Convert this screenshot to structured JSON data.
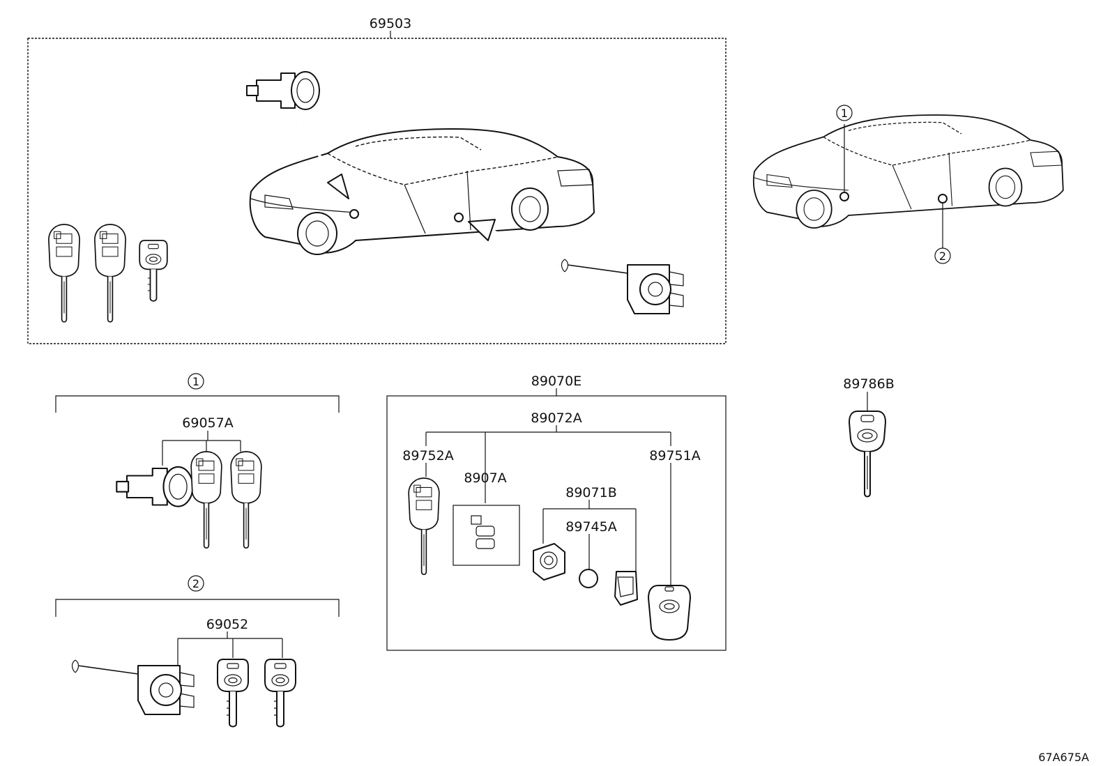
{
  "labels": {
    "p69503": "69503",
    "p69057A": "69057A",
    "p69052": "69052",
    "p89070E": "89070E",
    "p89072A": "89072A",
    "p89752A": "89752A",
    "p8907A": "8907A",
    "p89071B": "89071B",
    "p89745A": "89745A",
    "p89751A": "89751A",
    "p89786B": "89786B",
    "code": "67A675A"
  },
  "markers": {
    "one": "1",
    "two": "2"
  },
  "icons": [
    "car-illustration",
    "ignition-cylinder",
    "door-lock-cylinder",
    "remote-key",
    "transponder-key",
    "smart-key",
    "battery-coin",
    "key-case"
  ]
}
